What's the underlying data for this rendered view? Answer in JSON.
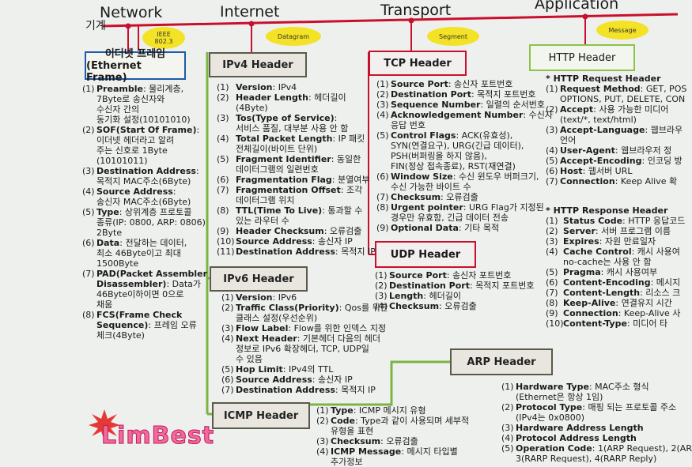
{
  "layers": {
    "network": "Network",
    "internet": "Internet",
    "transport": "Transport",
    "application": "Application",
    "gige": "기계"
  },
  "bubbles": {
    "ieee": "IEEE\n802.3",
    "datagram": "Datagram",
    "segment": "Segment",
    "message": "Message"
  },
  "ethernet": {
    "title1": "이더넷 프레임",
    "title2": "(Ethernet Frame)",
    "items": [
      {
        "n": "(1)",
        "k": "Preamble",
        "v": ": 물리계층,"
      },
      {
        "n": "",
        "k": "",
        "v": "7Byte로 송신자와"
      },
      {
        "n": "",
        "k": "",
        "v": "수신자 간의"
      },
      {
        "n": "",
        "k": "",
        "v": "동기화 설정(10101010)"
      },
      {
        "n": "(2)",
        "k": "SOF(Start Of Frame)",
        "v": ":"
      },
      {
        "n": "",
        "k": "",
        "v": "이더넷 헤더라고 알려"
      },
      {
        "n": "",
        "k": "",
        "v": "주는 신호로 1Byte"
      },
      {
        "n": "",
        "k": "",
        "v": "(10101011)"
      },
      {
        "n": "(3)",
        "k": "Destination Address",
        "v": ":"
      },
      {
        "n": "",
        "k": "",
        "v": "목적지 MAC주소(6Byte)"
      },
      {
        "n": "(4)",
        "k": "Source Address",
        "v": ":"
      },
      {
        "n": "",
        "k": "",
        "v": "송신자 MAC주소(6Byte)"
      },
      {
        "n": "(5)",
        "k": "Type",
        "v": ": 상위계층 프로토콜"
      },
      {
        "n": "",
        "k": "",
        "v": "종류(IP: 0800, ARP: 0806)"
      },
      {
        "n": "",
        "k": "",
        "v": "2Byte"
      },
      {
        "n": "(6)",
        "k": "Data",
        "v": ": 전달하는 데이터,"
      },
      {
        "n": "",
        "k": "",
        "v": "최소 46Byte이고 최대"
      },
      {
        "n": "",
        "k": "",
        "v": "1500Byte"
      },
      {
        "n": "(7)",
        "k": "PAD(Packet Assembler",
        "v": ""
      },
      {
        "n": "",
        "k": "Disassembler)",
        "v": ": Data가"
      },
      {
        "n": "",
        "k": "",
        "v": "46Byte이하이면 0으로"
      },
      {
        "n": "",
        "k": "",
        "v": "채움"
      },
      {
        "n": "(8)",
        "k": "FCS(Frame Check",
        "v": ""
      },
      {
        "n": "",
        "k": "Sequence)",
        "v": ": 프레임 오류"
      },
      {
        "n": "",
        "k": "",
        "v": "체크(4Byte)"
      }
    ]
  },
  "ipv4": {
    "title": "IPv4 Header",
    "items": [
      {
        "n": "(1)",
        "k": "Version",
        "v": ": IPv4"
      },
      {
        "n": "(2)",
        "k": "Header Length",
        "v": ": 헤더길이"
      },
      {
        "n": "",
        "k": "",
        "v": "(4Byte)"
      },
      {
        "n": "(3)",
        "k": "Tos(Type of Service)",
        "v": ":"
      },
      {
        "n": "",
        "k": "",
        "v": "서비스 품질, 대부분 사용 안 함"
      },
      {
        "n": "(4)",
        "k": "Total Packet Length",
        "v": ": IP 패킷"
      },
      {
        "n": "",
        "k": "",
        "v": "전체길이(바이트 단위)"
      },
      {
        "n": "(5)",
        "k": "Fragment Identifier",
        "v": ": 동일한"
      },
      {
        "n": "",
        "k": "",
        "v": "데이터그램의 일련번호"
      },
      {
        "n": "(6)",
        "k": "Fragmentation Flag",
        "v": ": 분열여부"
      },
      {
        "n": "(7)",
        "k": "Fragmentation Offset",
        "v": ": 조각"
      },
      {
        "n": "",
        "k": "",
        "v": "데이터그램 위치"
      },
      {
        "n": "(8)",
        "k": "TTL(Time To Live)",
        "v": ": 통과할 수"
      },
      {
        "n": "",
        "k": "",
        "v": "있는 라우터 수"
      },
      {
        "n": "(9)",
        "k": "Header Checksum",
        "v": ": 오류검출"
      },
      {
        "n": "(10)",
        "k": "Source Address",
        "v": ": 송신자 IP"
      },
      {
        "n": "(11)",
        "k": "Destination Address",
        "v": ": 목적지 IP"
      }
    ]
  },
  "ipv6": {
    "title": "IPv6 Header",
    "items": [
      {
        "n": "(1)",
        "k": "Version",
        "v": ": IPv6"
      },
      {
        "n": "(2)",
        "k": "Traffic Class(Priority)",
        "v": ": Qos를 위한"
      },
      {
        "n": "",
        "k": "",
        "v": "클래스 설정(우선순위)"
      },
      {
        "n": "(3)",
        "k": "Flow Label",
        "v": ": Flow를 위한 인덱스 지정"
      },
      {
        "n": "(4)",
        "k": "Next Header",
        "v": ": 기본헤더 다음의 헤더"
      },
      {
        "n": "",
        "k": "",
        "v": "정보로 IPv6 확장헤더, TCP, UDP일"
      },
      {
        "n": "",
        "k": "",
        "v": "수 있음"
      },
      {
        "n": "(5)",
        "k": "Hop Limit",
        "v": ": IPv4의 TTL"
      },
      {
        "n": "(6)",
        "k": "Source Address",
        "v": ": 송신자 IP"
      },
      {
        "n": "(7)",
        "k": "Destination Address",
        "v": ": 목적지 IP"
      }
    ]
  },
  "icmp": {
    "title": "ICMP Header",
    "items": [
      {
        "n": "(1)",
        "k": "Type",
        "v": ": ICMP 메시지 유형"
      },
      {
        "n": "(2)",
        "k": "Code",
        "v": ": Type과 같이 사용되며 세부적"
      },
      {
        "n": "",
        "k": "",
        "v": "유형을 표현"
      },
      {
        "n": "(3)",
        "k": "Checksum",
        "v": ": 오류검출"
      },
      {
        "n": "(4)",
        "k": "ICMP Message",
        "v": ": 메시지 타입별"
      },
      {
        "n": "",
        "k": "",
        "v": "추가정보"
      }
    ]
  },
  "tcp": {
    "title": "TCP Header",
    "items": [
      {
        "n": "(1)",
        "k": "Source Port",
        "v": ": 송신자 포트번호"
      },
      {
        "n": "(2)",
        "k": "Destination Port",
        "v": ": 목적지 포트번호"
      },
      {
        "n": "(3)",
        "k": "Sequence Number",
        "v": ": 일렬의 순서번호"
      },
      {
        "n": "(4)",
        "k": "Acknowledgement Number",
        "v": ": 수신자"
      },
      {
        "n": "",
        "k": "",
        "v": "응답 번호"
      },
      {
        "n": "(5)",
        "k": "Control Flags",
        "v": ": ACK(유효성),"
      },
      {
        "n": "",
        "k": "",
        "v": "SYN(연결요구), URG(긴급 데이터),"
      },
      {
        "n": "",
        "k": "",
        "v": "PSH(버퍼링을 하지 않음),"
      },
      {
        "n": "",
        "k": "",
        "v": "FIN(정상 접속종료), RST(재연결)"
      },
      {
        "n": "(6)",
        "k": "Window Size",
        "v": ": 수신 윈도우 버퍼크기,"
      },
      {
        "n": "",
        "k": "",
        "v": "수신 가능한 바이트 수"
      },
      {
        "n": "(7)",
        "k": "Checksum",
        "v": ": 오류검출"
      },
      {
        "n": "(8)",
        "k": "Urgent pointer",
        "v": ": URG Flag가 지정된"
      },
      {
        "n": "",
        "k": "",
        "v": "경우만 유효함, 긴급 데이터 전송"
      },
      {
        "n": "(9)",
        "k": "Optional Data",
        "v": ": 기타 목적"
      }
    ]
  },
  "udp": {
    "title": "UDP Header",
    "items": [
      {
        "n": "(1)",
        "k": "Source Port",
        "v": ": 송신자 포트번호"
      },
      {
        "n": "(2)",
        "k": "Destination Port",
        "v": ": 목적지 포트번호"
      },
      {
        "n": "(3)",
        "k": "Length",
        "v": ": 헤더길이"
      },
      {
        "n": "(4)",
        "k": "Checksum",
        "v": ": 오류검출"
      }
    ]
  },
  "arp": {
    "title": "ARP Header",
    "items": [
      {
        "n": "(1)",
        "k": "Hardware Type",
        "v": ": MAC주소 형식"
      },
      {
        "n": "",
        "k": "",
        "v": "(Ethernet은 항상 1임)"
      },
      {
        "n": "(2)",
        "k": "Protocol Type",
        "v": ": 매핑 되는 프로토콜 주소"
      },
      {
        "n": "",
        "k": "",
        "v": "(IPv4는 0x0800)"
      },
      {
        "n": "(3)",
        "k": "Hardware Address Length",
        "v": ""
      },
      {
        "n": "(4)",
        "k": "Protocol Address Length",
        "v": ""
      },
      {
        "n": "(5)",
        "k": "Operation Code",
        "v": ": 1(ARP Request), 2(AR"
      },
      {
        "n": "",
        "k": "",
        "v": "3(RARP Request), 4(RARP Reply)"
      }
    ]
  },
  "http": {
    "title": "HTTP Header",
    "req_title": "* HTTP Request Header",
    "req_items": [
      {
        "n": "(1)",
        "k": "Request Method",
        "v": ": GET, POS"
      },
      {
        "n": "",
        "k": "",
        "v": "OPTIONS, PUT, DELETE, CON"
      },
      {
        "n": "(2)",
        "k": "Accept",
        "v": ": 사용 가능한 미디어"
      },
      {
        "n": "",
        "k": "",
        "v": "(text/*, text/html)"
      },
      {
        "n": "(3)",
        "k": "Accept-Language",
        "v": ": 웹브라우"
      },
      {
        "n": "",
        "k": "",
        "v": "언어"
      },
      {
        "n": "(4)",
        "k": "User-Agent",
        "v": ": 웹브라우저 정"
      },
      {
        "n": "(5)",
        "k": "Accept-Encoding",
        "v": ": 인코딩 방"
      },
      {
        "n": "(6)",
        "k": "Host",
        "v": ": 웹서버 URL"
      },
      {
        "n": "(7)",
        "k": "Connection",
        "v": ": Keep Alive 확"
      }
    ],
    "res_title": "* HTTP Response Header",
    "res_items": [
      {
        "n": "(1)",
        "k": "Status Code",
        "v": ": HTTP 응답코드"
      },
      {
        "n": "(2)",
        "k": "Server",
        "v": ": 서버 프로그램 이름"
      },
      {
        "n": "(3)",
        "k": "Expires",
        "v": ": 자원 만료일자"
      },
      {
        "n": "(4)",
        "k": "Cache Control",
        "v": ": 캐시 사용여"
      },
      {
        "n": "",
        "k": "",
        "v": "no-cache는 사용 안 함"
      },
      {
        "n": "(5)",
        "k": "Pragma",
        "v": ": 캐시 사용여부"
      },
      {
        "n": "(6)",
        "k": "Content-Encoding",
        "v": ": 메시지"
      },
      {
        "n": "(7)",
        "k": "Content-Length",
        "v": ": 리소스 크"
      },
      {
        "n": "(8)",
        "k": "Keep-Alive",
        "v": ": 연결유지 시간"
      },
      {
        "n": "(9)",
        "k": "Connection",
        "v": ": Keep-Alive 사"
      },
      {
        "n": "(10)",
        "k": "Content-Type",
        "v": ": 미디어 타"
      }
    ]
  },
  "logo": "LimBest",
  "colors": {
    "red_line": "#c8102e",
    "green_line": "#7cb342",
    "ethernet_border": "#1e5aa8",
    "tcp_border": "#c8102e",
    "http_border": "#8bc34a",
    "bubble": "#f4e226"
  }
}
